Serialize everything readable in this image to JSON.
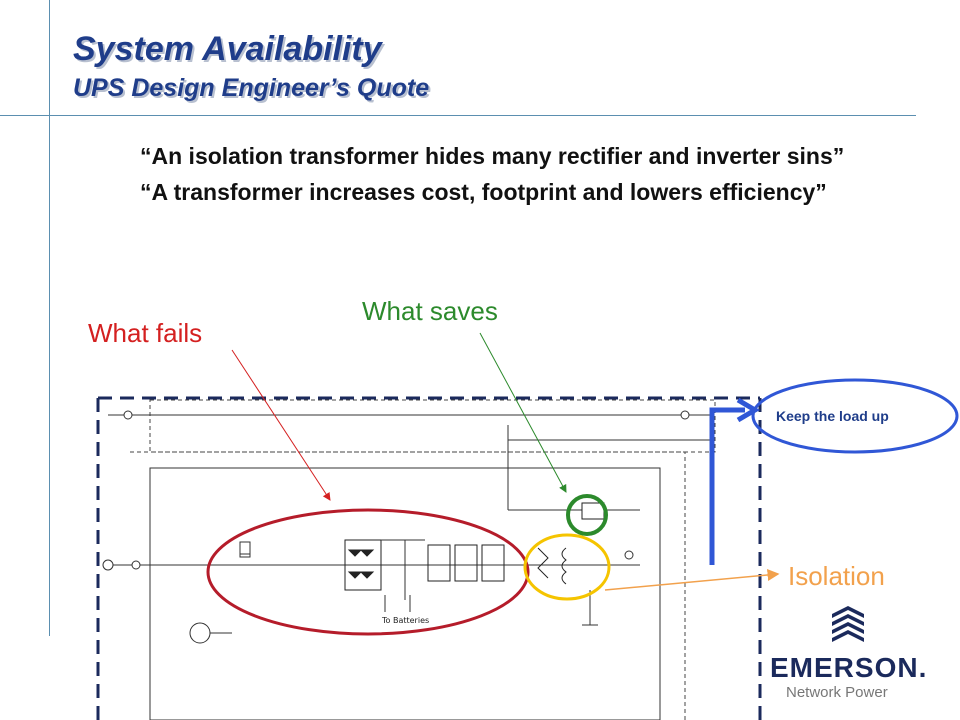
{
  "slide": {
    "title": "System Availability",
    "subtitle": "UPS Design Engineer’s  Quote"
  },
  "quotes": [
    "“An isolation transformer hides many  rectifier and inverter sins”",
    "“A transformer increases cost, footprint and lowers efficiency”"
  ],
  "callouts": {
    "what_fails": "What fails",
    "what_saves": "What saves",
    "isolation": "Isolation",
    "keep_load_up": "Keep the load up"
  },
  "schematic": {
    "to_batteries": "To Batteries"
  },
  "colors": {
    "title": "#1f3d8a",
    "fails": "#d42020",
    "saves": "#2c8a2c",
    "isolation": "#f2a14c",
    "load_path": "#3057d6",
    "logo": "#1b2a5c"
  },
  "logo": {
    "brand": "EMERSON.",
    "division": "Network Power"
  }
}
